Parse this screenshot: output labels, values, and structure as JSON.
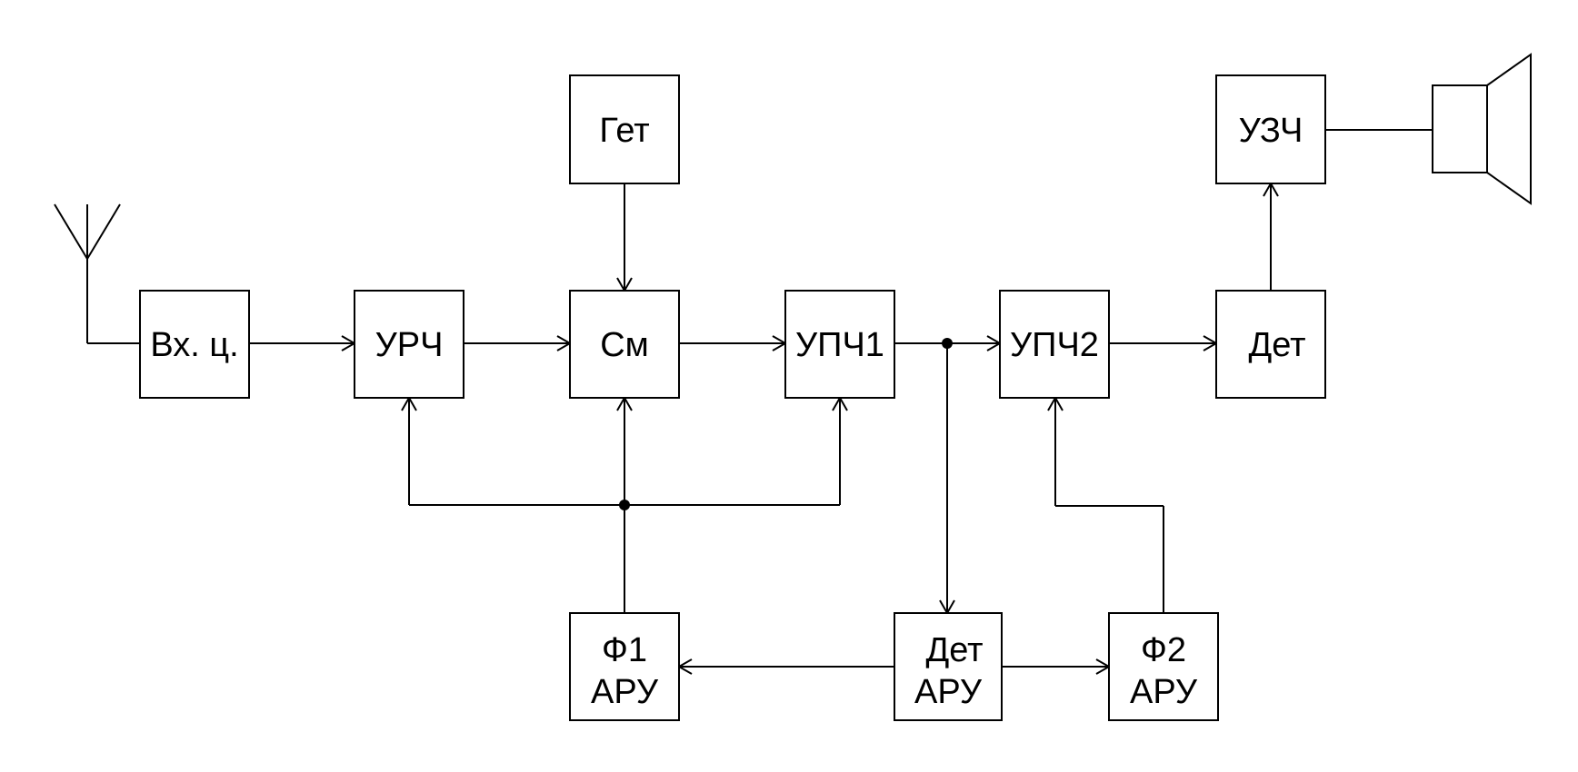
{
  "diagram": {
    "blocks": {
      "input_circuit": "Вх. ц.",
      "rf_amp": "УРЧ",
      "heterodyne": "Гет",
      "mixer": "См",
      "if_amp1": "УПЧ1",
      "if_amp2": "УПЧ2",
      "detector": "Дет",
      "af_amp": "УЗЧ",
      "agc_filter1_line1": "Ф1",
      "agc_filter1_line2": "АРУ",
      "agc_detector_line1": "Дет",
      "agc_detector_line2": "АРУ",
      "agc_filter2_line1": "Ф2",
      "agc_filter2_line2": "АРУ"
    },
    "icons": [
      "antenna-icon",
      "loudspeaker-icon"
    ]
  }
}
